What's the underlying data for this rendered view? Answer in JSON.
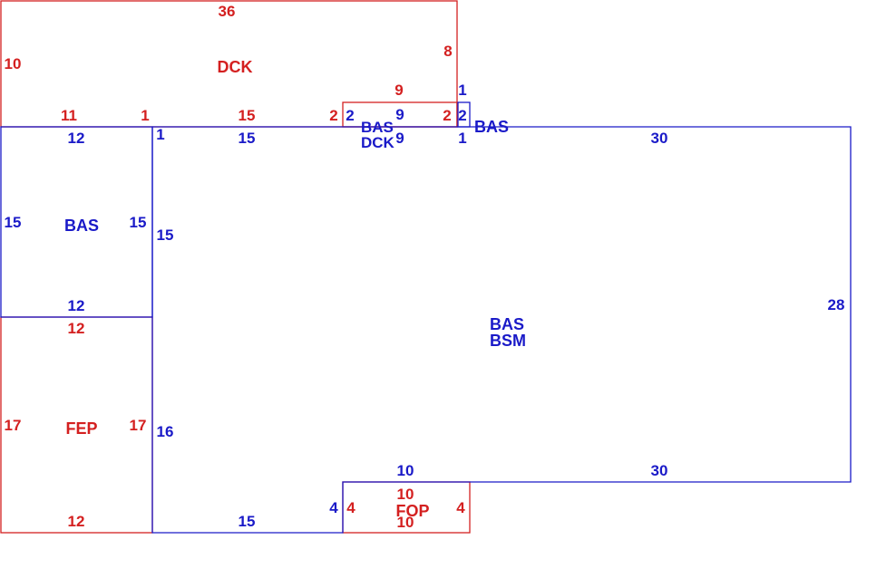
{
  "colors": {
    "red": "#d42020",
    "blue": "#1a1ac8",
    "background": "#ffffff"
  },
  "areas": {
    "dck_top": {
      "code": "DCK",
      "top": "36",
      "left": "10",
      "right": "8"
    },
    "dck_small": {
      "top": "9",
      "left": "2",
      "right": "2"
    },
    "bas_tiny": {
      "code": "BAS",
      "top": "1",
      "bottom": "1",
      "left": "2"
    },
    "bas_dck_label": {
      "line1": "BAS",
      "line2": "DCK",
      "top": "9",
      "bottom": "9",
      "left": "2"
    },
    "bas_left": {
      "code": "BAS",
      "top": "12",
      "bottom": "12",
      "left": "15",
      "right": "15"
    },
    "fep": {
      "code": "FEP",
      "top": "12",
      "bottom": "12",
      "left": "17",
      "right": "17"
    },
    "main": {
      "line1": "BAS",
      "line2": "BSM",
      "top_left": "15",
      "top_right": "30",
      "right": "28",
      "left": "15",
      "left_lower": "16",
      "bottom_left": "15",
      "bottom_right": "30",
      "bottom_mid": "10",
      "notch": "4",
      "corner": "1"
    },
    "fop": {
      "code": "FOP",
      "top": "10",
      "bottom": "10",
      "left": "4",
      "right": "4"
    },
    "dck_lower_edge": {
      "left": "11",
      "mid": "1",
      "right": "15"
    }
  }
}
